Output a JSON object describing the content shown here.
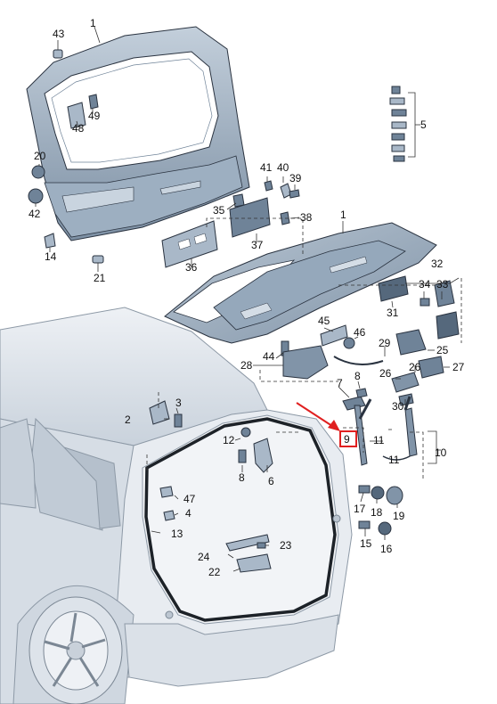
{
  "labels": {
    "p1": "1",
    "p1b": "1",
    "p2": "2",
    "p3": "3",
    "p4": "4",
    "p5": "5",
    "p6": "6",
    "p7": "7",
    "p8": "8",
    "p8b": "8",
    "p9": "9",
    "p10": "10",
    "p11": "11",
    "p11b": "11",
    "p12": "12",
    "p13": "13",
    "p14": "14",
    "p15": "15",
    "p16": "16",
    "p17": "17",
    "p18": "18",
    "p19": "19",
    "p20": "20",
    "p21": "21",
    "p22": "22",
    "p23": "23",
    "p24": "24",
    "p25": "25",
    "p26": "26",
    "p27": "27",
    "p28": "28",
    "p29": "29",
    "p30": "30",
    "p31": "31",
    "p32": "32",
    "p33": "33",
    "p34": "34",
    "p35": "35",
    "p36": "36",
    "p37": "37",
    "p38": "38",
    "p39": "39",
    "p40": "40",
    "p41": "41",
    "p42": "42",
    "p43": "43",
    "p44": "44",
    "p45": "45",
    "p46": "46",
    "p47": "47",
    "p48": "48",
    "p49": "49"
  },
  "highlight": {
    "part": "9",
    "color": "#e02020"
  },
  "colors": {
    "part_fill": "#a9b8c8",
    "part_dark": "#6f8398",
    "car_fill": "#dfe5ec",
    "car_line": "#8d99a6"
  }
}
